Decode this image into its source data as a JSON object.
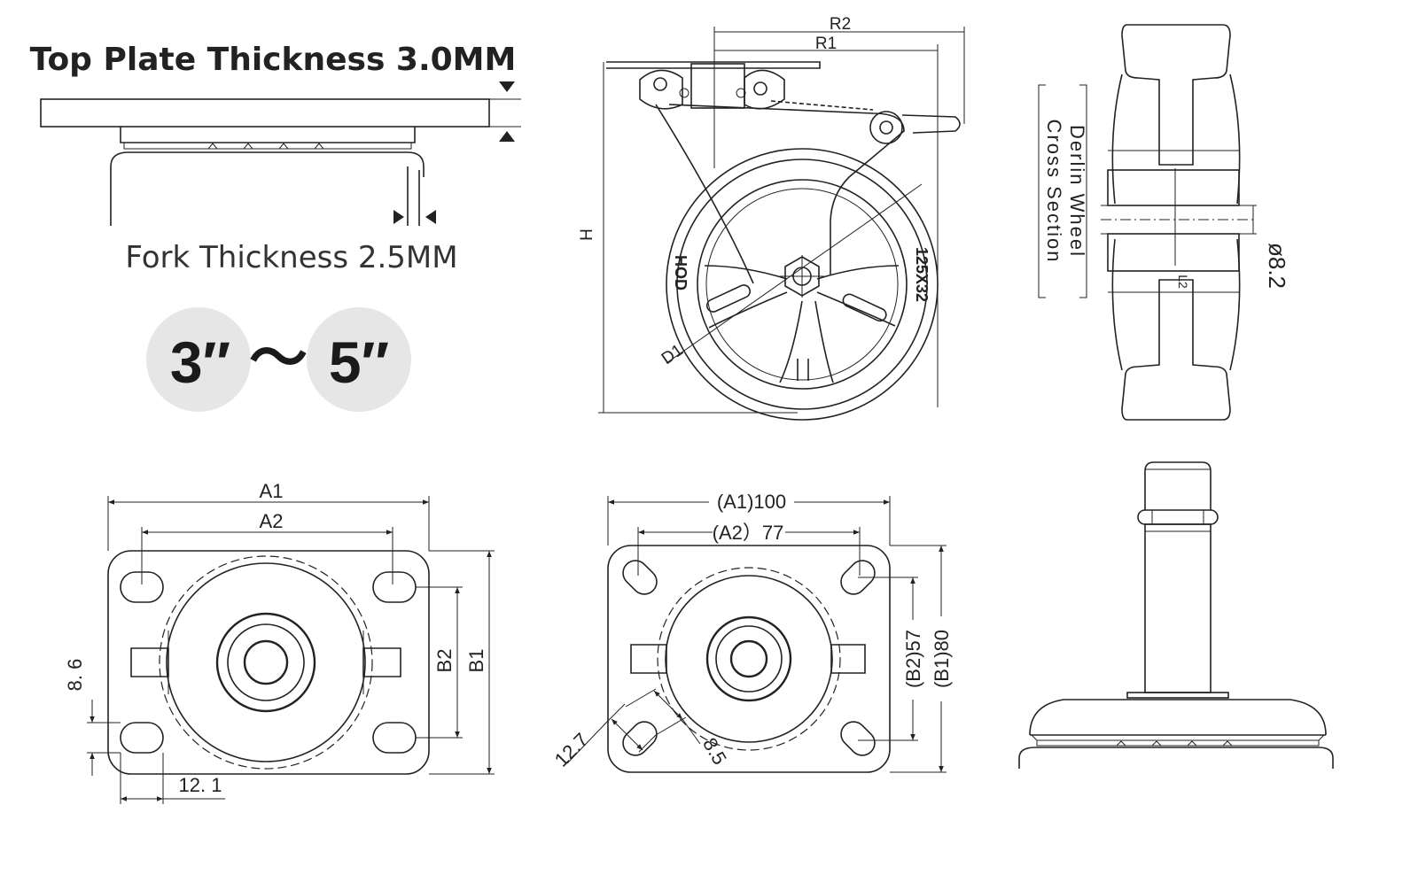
{
  "top_plate_label": "Top Plate Thickness 3.0MM",
  "fork_label": "Fork Thickness 2.5MM",
  "size_range": {
    "from": "3″",
    "separator": "〜",
    "to": "5″"
  },
  "side_view": {
    "R2": "R2",
    "R1": "R1",
    "H": "H",
    "D1": "D1",
    "hub_text": "HOD",
    "tire_text": "125X32"
  },
  "cross_section": {
    "title_line1": "Derlin Wheel",
    "title_line2": "Cross Section",
    "diameter": "ø8.2",
    "inner": "L2"
  },
  "plate_generic": {
    "A1": "A1",
    "A2": "A2",
    "B1": "B1",
    "B2": "B2",
    "slot_width": "8. 6",
    "slot_length": "12. 1"
  },
  "plate_spec": {
    "A1": "(A1)100",
    "A2": "(A2）77",
    "B1": "(B1)80",
    "B2": "(B2)57",
    "slot_length": "12.7",
    "slot_width": "8.5"
  },
  "colors": {
    "line": "#222222",
    "badge": "#e6e6e6",
    "background": "#ffffff"
  }
}
